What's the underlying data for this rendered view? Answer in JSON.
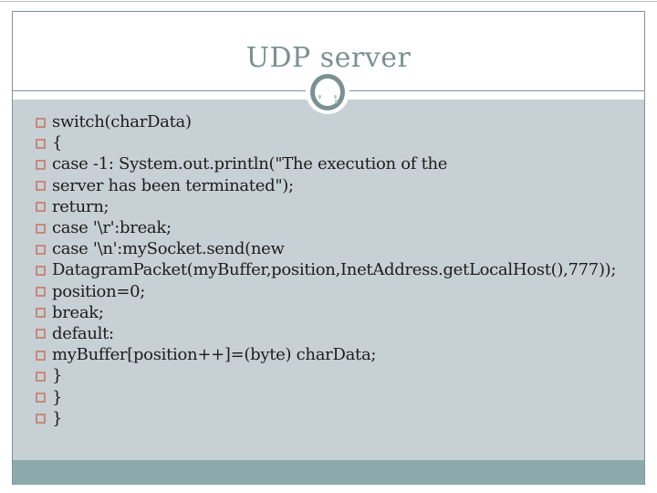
{
  "slide": {
    "title": "UDP server",
    "code_lines": [
      "switch(charData)",
      "{",
      "case -1: System.out.println(\"The execution of the",
      "server has been terminated\");",
      "return;",
      "case '\\r':break;",
      "case '\\n':mySocket.send(new",
      "DatagramPacket(myBuffer,position,InetAddress.getLocalHost(),777));",
      "position=0;",
      "break;",
      "default:",
      "myBuffer[position++]=(byte) charData;",
      "}",
      "}",
      "}"
    ],
    "colors": {
      "accent_teal_band": "#8caaab",
      "content_background": "#c7d1d5",
      "frame_border": "#7e939b",
      "title_text": "#7a9090",
      "body_text": "#1c1c1c",
      "bullet_outline": "#c5897b",
      "ring": "#7a9192"
    }
  }
}
